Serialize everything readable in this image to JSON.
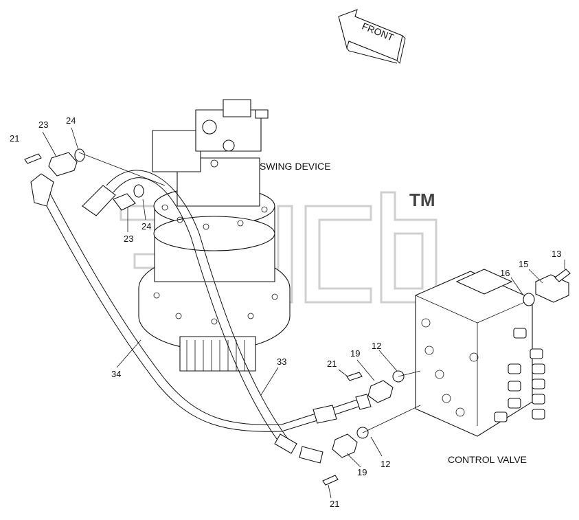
{
  "diagram": {
    "direction_label": "FRONT",
    "watermark_text": "TM",
    "component_labels": {
      "swing_device": "SWING DEVICE",
      "control_valve": "CONTROL VALVE"
    },
    "callouts": {
      "c21_top": "21",
      "c23_top": "23",
      "c24_top": "24",
      "c24_mid": "24",
      "c23_mid": "23",
      "c13": "13",
      "c15": "15",
      "c16": "16",
      "c34": "34",
      "c33": "33",
      "c21_mid": "21",
      "c19_mid": "19",
      "c12_mid": "12",
      "c12_low": "12",
      "c19_low": "19",
      "c21_low": "21"
    }
  }
}
